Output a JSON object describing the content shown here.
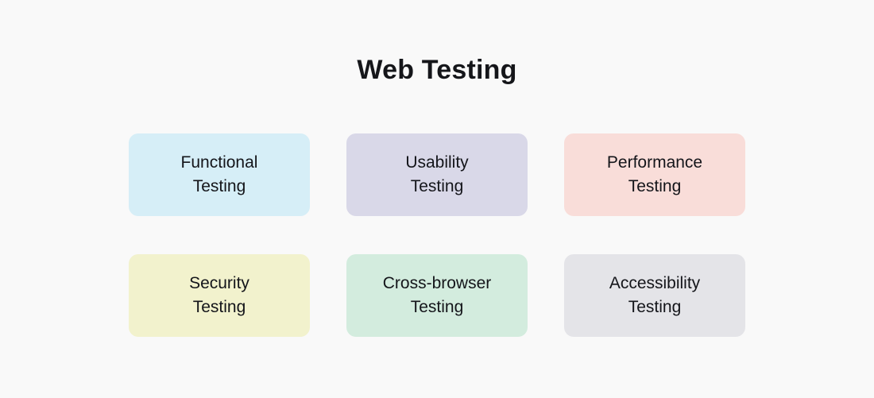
{
  "page": {
    "background_color": "#f9f9f9",
    "title": "Web Testing",
    "title_color": "#15161a"
  },
  "cards": [
    {
      "name": "functional-testing",
      "line1": "Functional",
      "line2": "Testing",
      "background_color": "#d6eef7",
      "text_color": "#14151a"
    },
    {
      "name": "usability-testing",
      "line1": "Usability",
      "line2": "Testing",
      "background_color": "#d9d8e8",
      "text_color": "#14151a"
    },
    {
      "name": "performance-testing",
      "line1": "Performance",
      "line2": "Testing",
      "background_color": "#f9ddd9",
      "text_color": "#14151a"
    },
    {
      "name": "security-testing",
      "line1": "Security",
      "line2": "Testing",
      "background_color": "#f2f2cd",
      "text_color": "#14151a"
    },
    {
      "name": "cross-browser-testing",
      "line1": "Cross-browser",
      "line2": "Testing",
      "background_color": "#d3ecde",
      "text_color": "#14151a"
    },
    {
      "name": "accessibility-testing",
      "line1": "Accessibility",
      "line2": "Testing",
      "background_color": "#e4e4e8",
      "text_color": "#14151a"
    }
  ]
}
